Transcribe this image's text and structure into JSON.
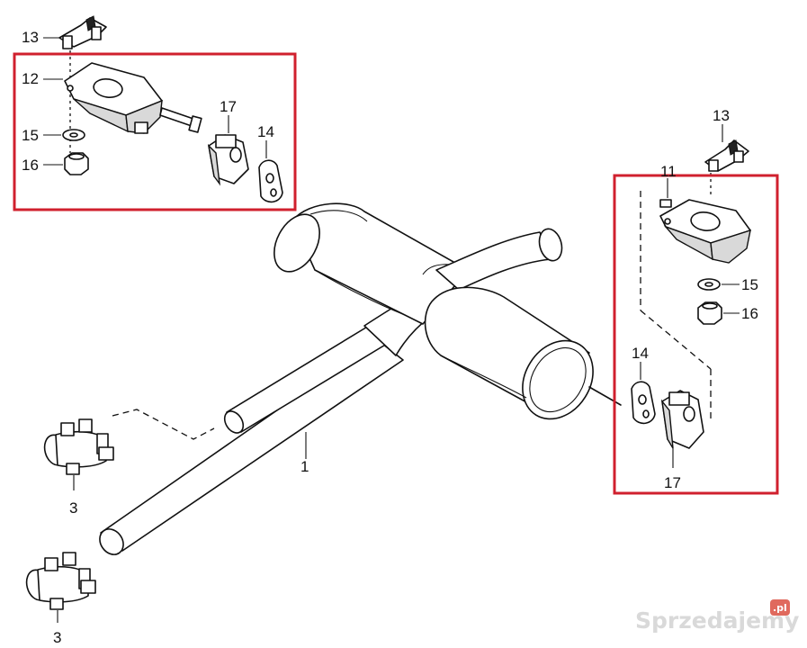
{
  "labels": {
    "pipe": "1",
    "clamp_a": "3",
    "clamp_b": "3",
    "bracket_right": "11",
    "bracket_left": "12",
    "strap_left": "13",
    "strap_right": "13",
    "gasket_left": "14",
    "gasket_right": "14",
    "washer_left": "15",
    "washer_right": "15",
    "nut_left": "16",
    "nut_right": "16",
    "hanger_left": "17",
    "hanger_right": "17"
  },
  "watermark": {
    "text": "Sprzedajemy",
    "badge": ".pl"
  },
  "colors": {
    "highlight_box": "#d0202e",
    "line": "#111111",
    "watermark": "#d9d9d9",
    "watermark_badge": "#e06a5e"
  }
}
